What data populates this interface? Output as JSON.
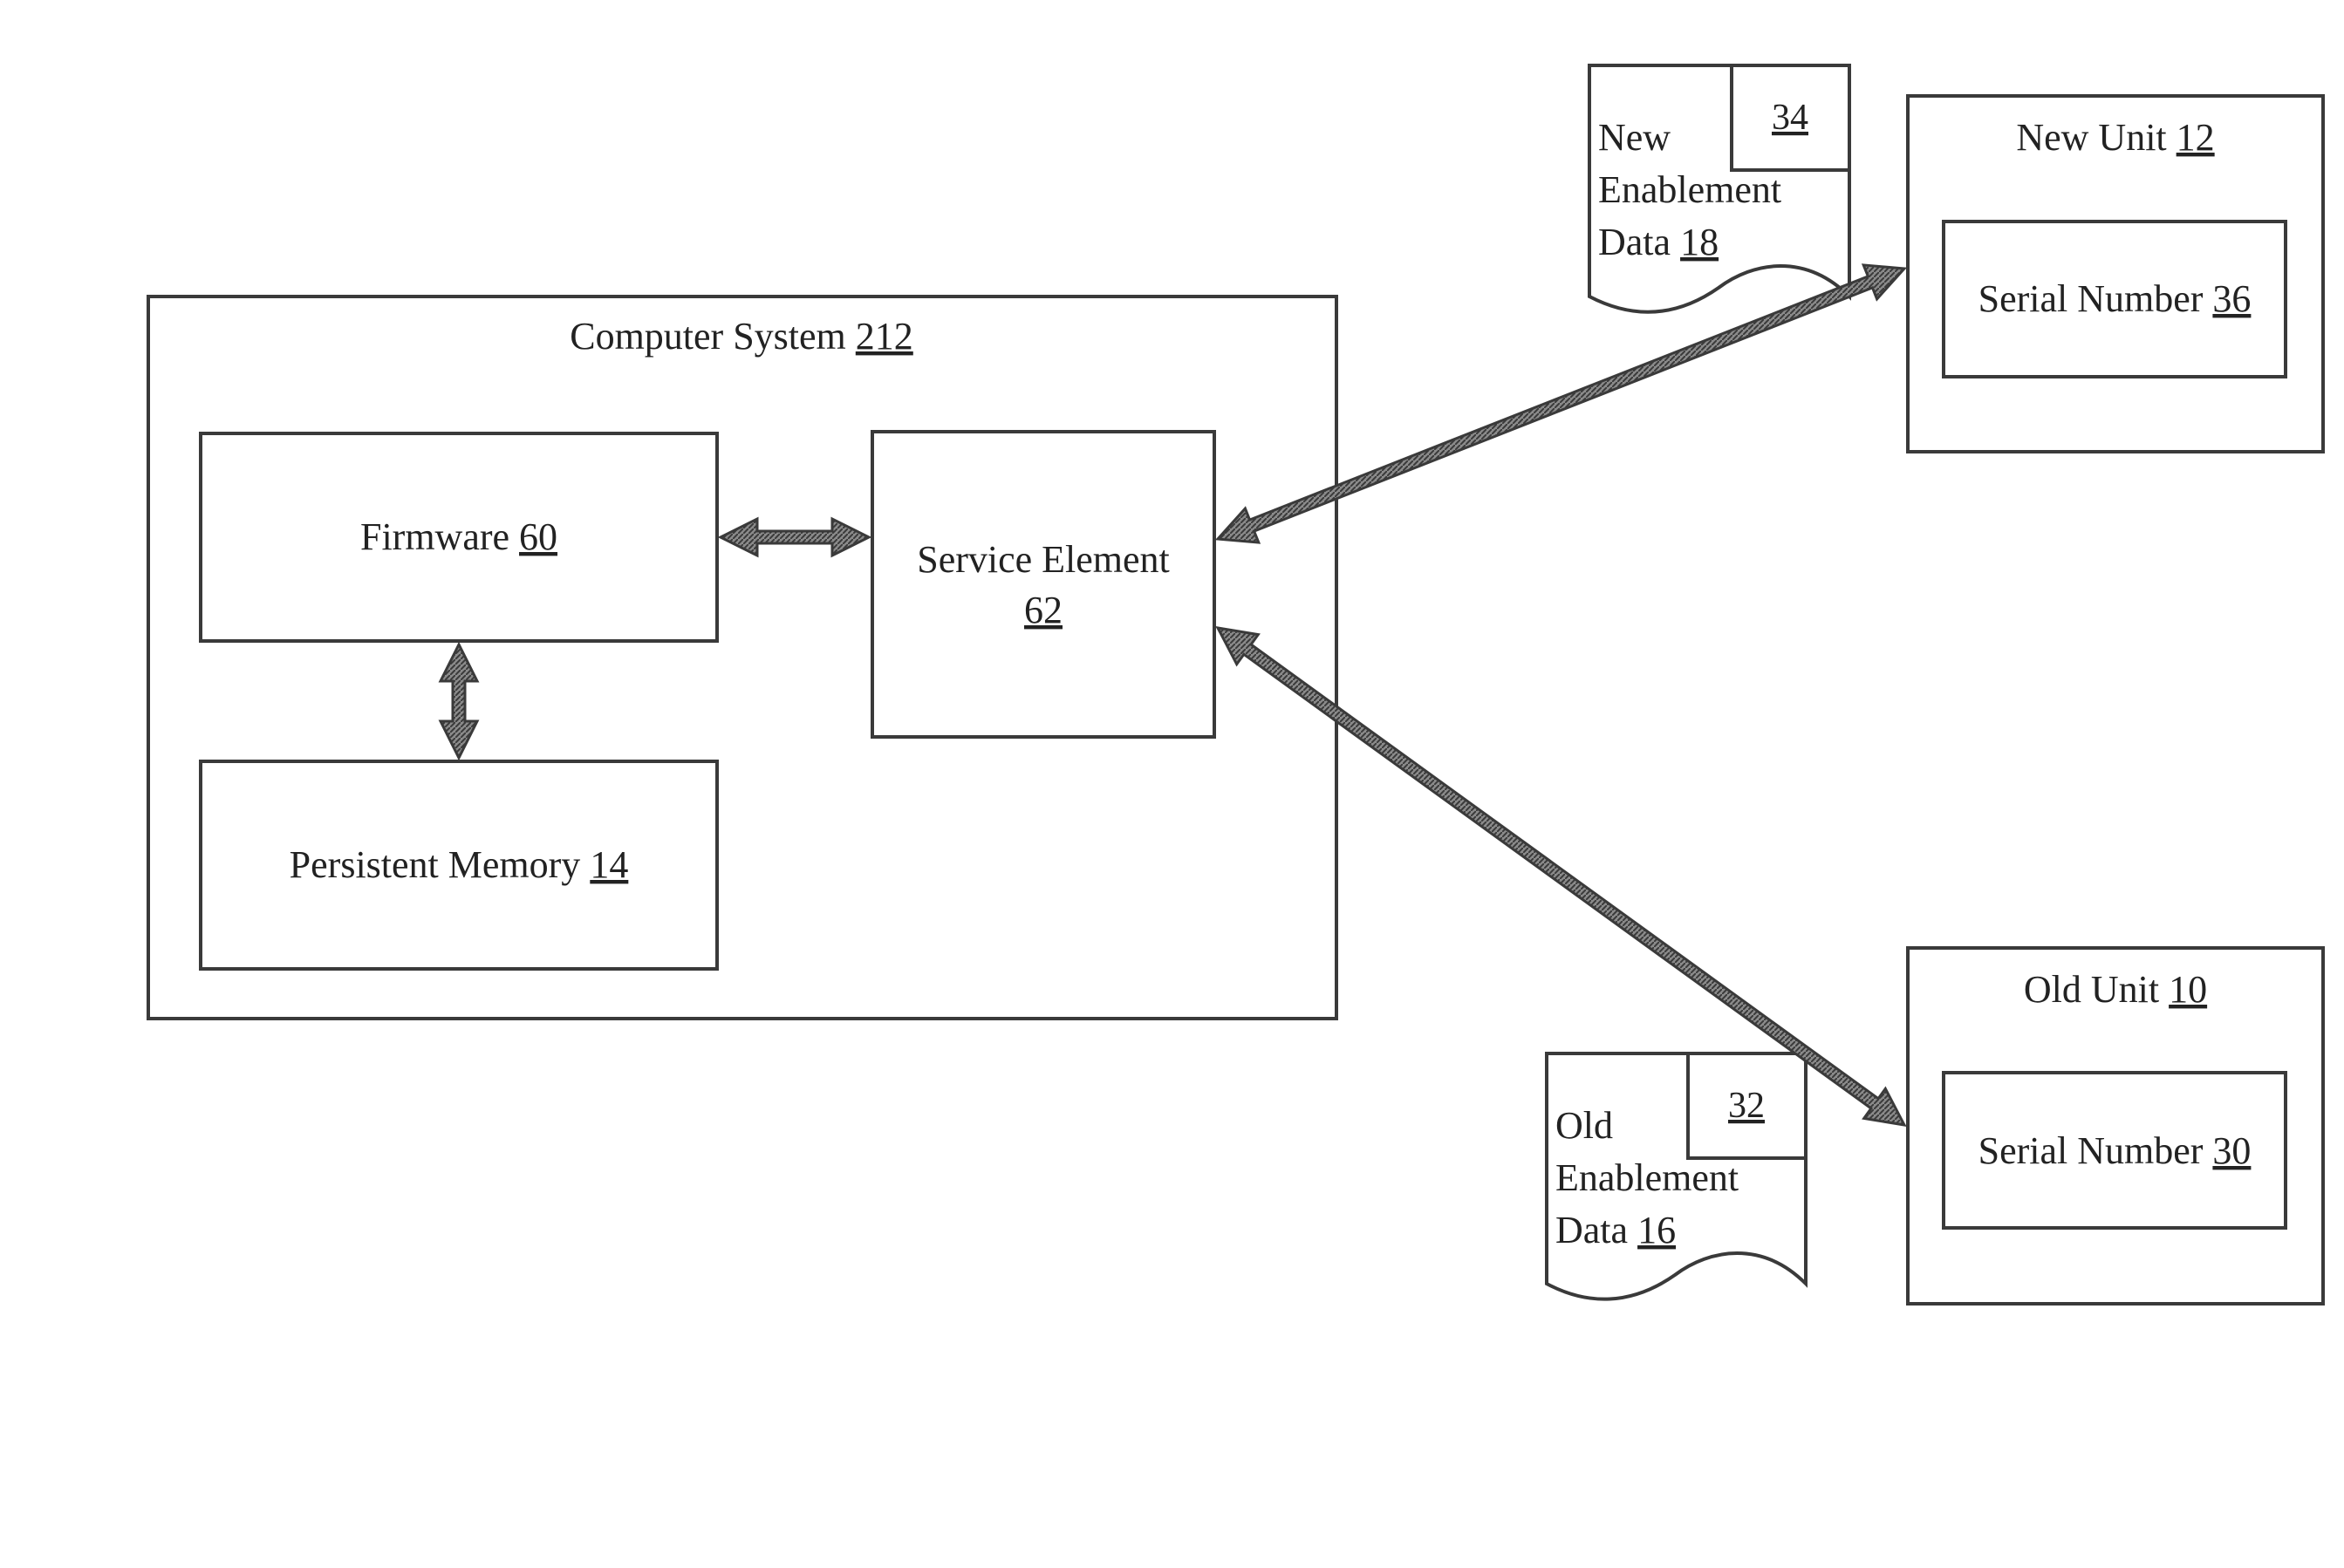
{
  "diagram": {
    "computer_system": {
      "label": "Computer System",
      "ref": "212"
    },
    "firmware": {
      "label": "Firmware",
      "ref": "60"
    },
    "persistent_memory": {
      "label": "Persistent Memory",
      "ref": "14"
    },
    "service_element": {
      "label": "Service Element",
      "ref": "62"
    },
    "new_unit": {
      "label": "New Unit",
      "ref": "12",
      "serial": {
        "label": "Serial Number",
        "ref": "36"
      }
    },
    "old_unit": {
      "label": "Old Unit",
      "ref": "10",
      "serial": {
        "label": "Serial Number",
        "ref": "30"
      }
    },
    "new_enablement_data": {
      "line1": "New",
      "line2": "Enablement",
      "line3": "Data",
      "ref": "18",
      "tab_ref": "34"
    },
    "old_enablement_data": {
      "line1": "Old",
      "line2": "Enablement",
      "line3": "Data",
      "ref": "16",
      "tab_ref": "32"
    },
    "colors": {
      "line": "#3a3a3a",
      "arrow_fill": "#6a6a6a",
      "text": "#222222"
    }
  }
}
